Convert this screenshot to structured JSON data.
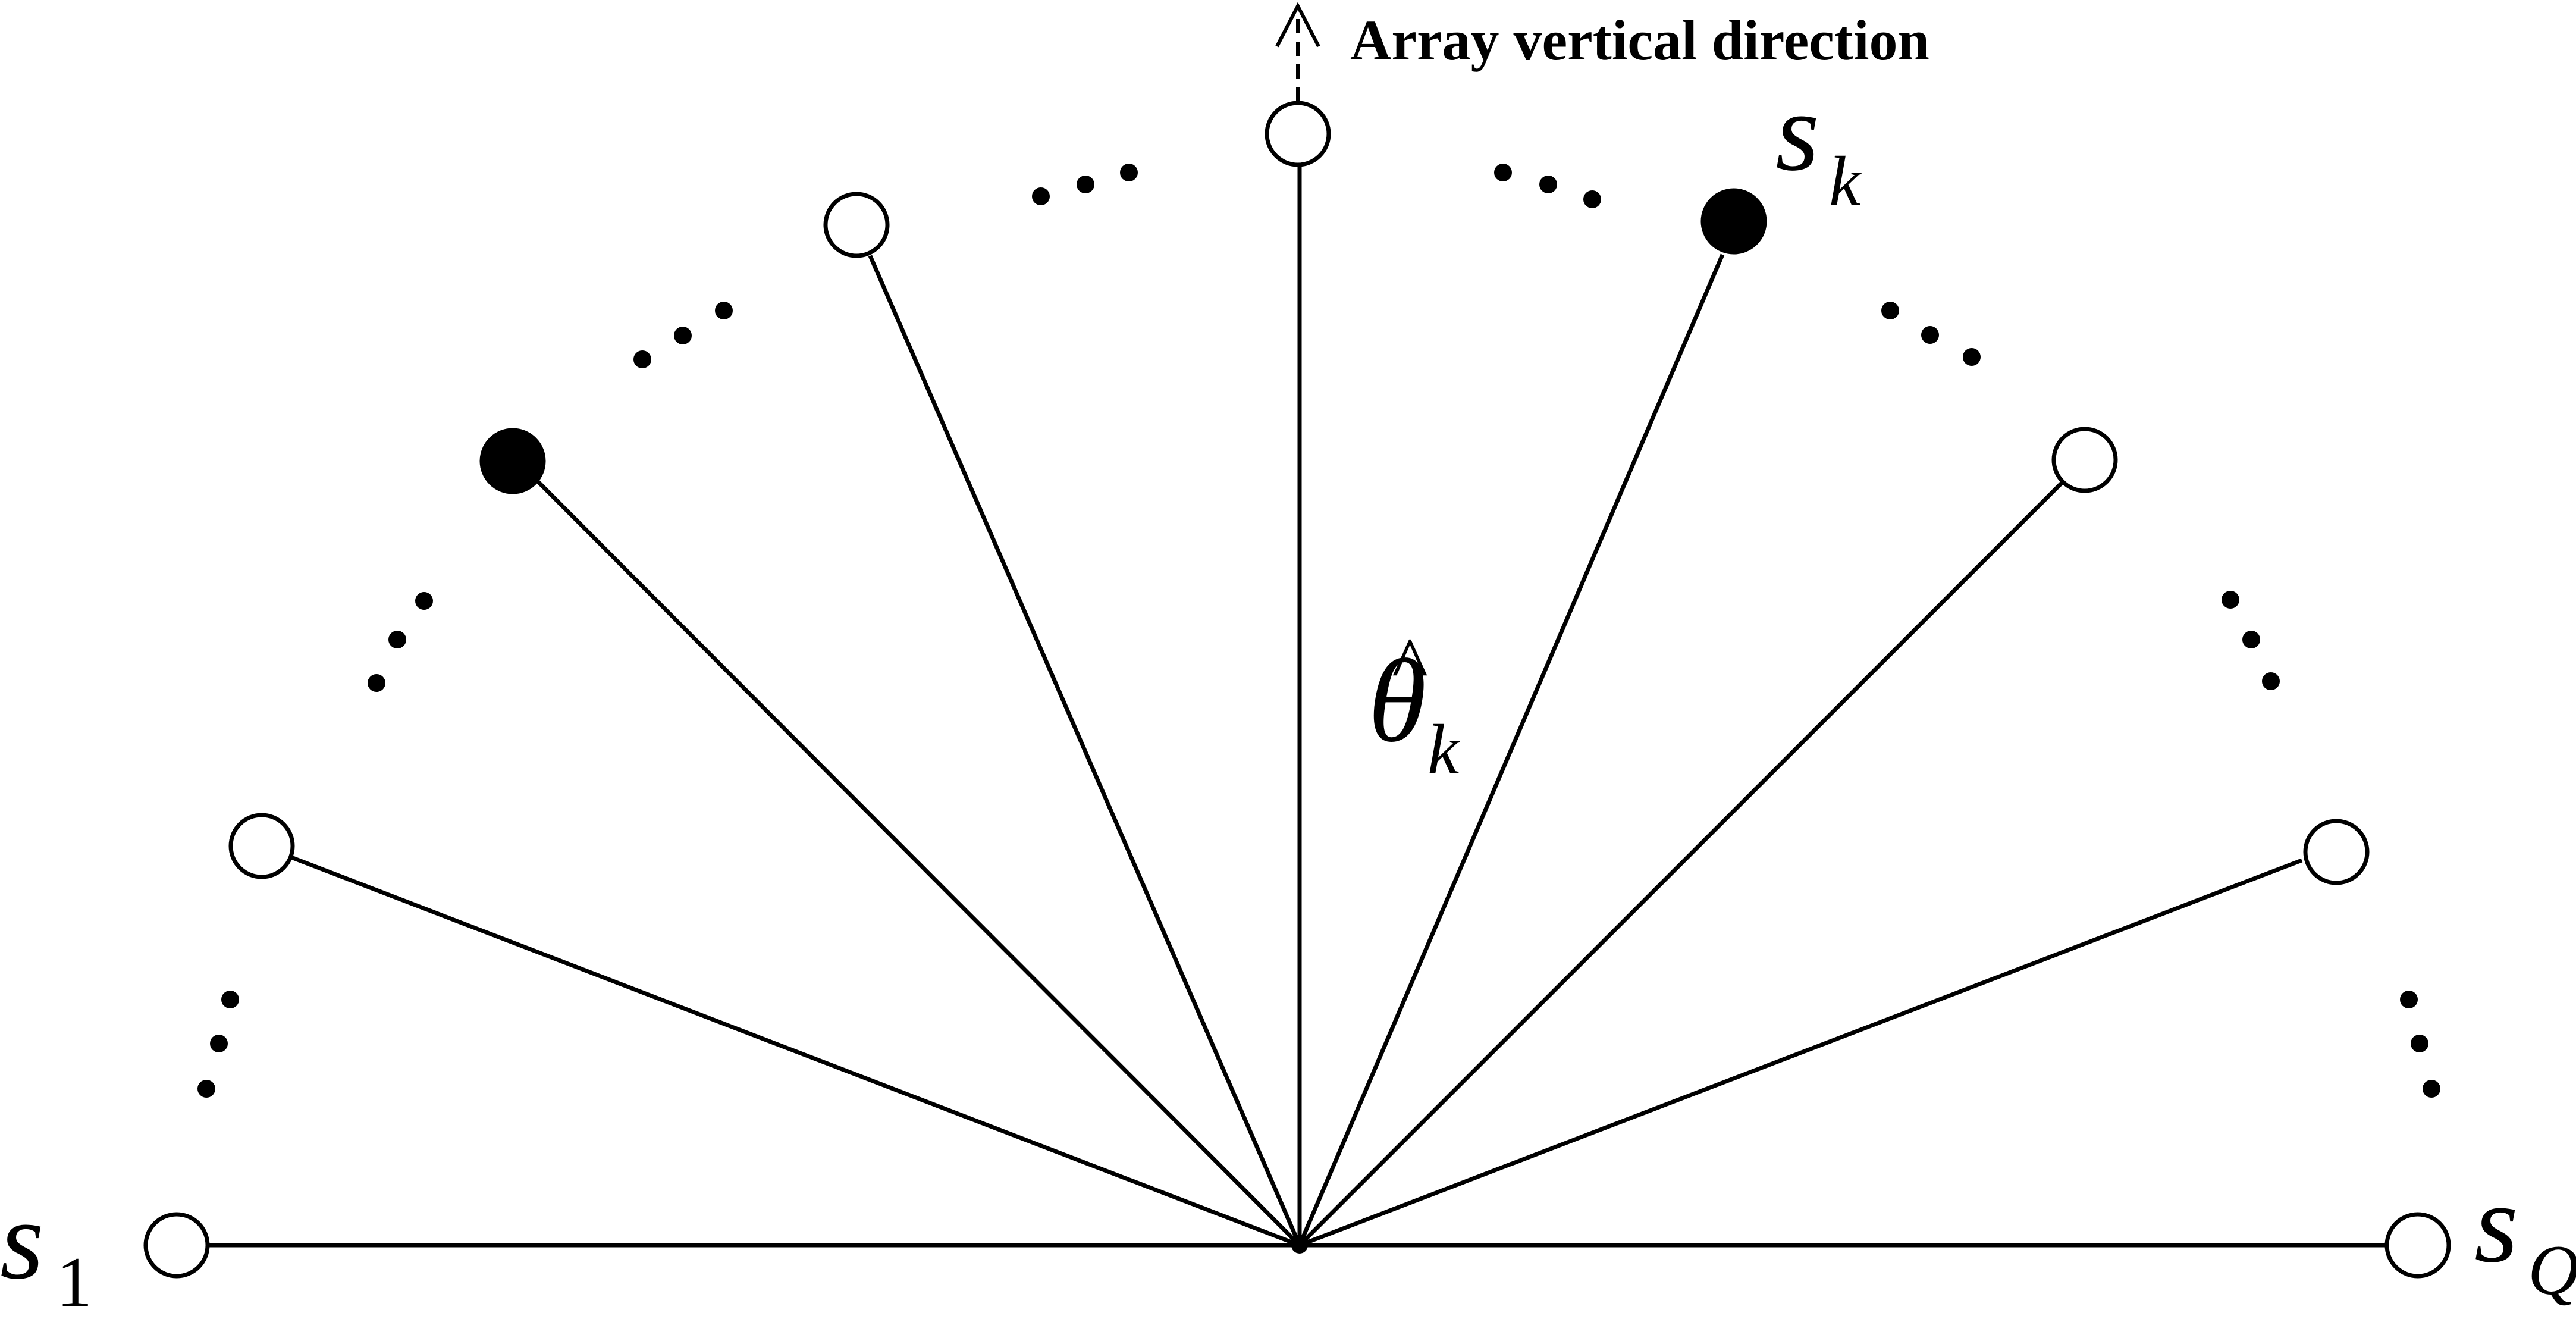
{
  "diagram": {
    "direction_label": "Array vertical direction",
    "source_first": {
      "symbol": "s",
      "subscript": "1"
    },
    "source_last": {
      "symbol": "s",
      "subscript": "Q"
    },
    "source_selected": {
      "symbol": "s",
      "subscript": "k"
    },
    "angle_label": {
      "symbol": "θ",
      "hat": "^",
      "subscript": "k"
    },
    "colors": {
      "line": "#000000",
      "empty_node_fill": "#ffffff",
      "filled_node_fill": "#000000",
      "background": "#ffffff"
    },
    "nodes": [
      {
        "id": "s1",
        "filled": false
      },
      {
        "id": "node-2",
        "filled": false
      },
      {
        "id": "node-3",
        "filled": true
      },
      {
        "id": "node-4",
        "filled": false
      },
      {
        "id": "node-vertical",
        "filled": false
      },
      {
        "id": "sk",
        "filled": true
      },
      {
        "id": "node-7",
        "filled": false
      },
      {
        "id": "node-8",
        "filled": false
      },
      {
        "id": "sQ",
        "filled": false
      }
    ]
  }
}
